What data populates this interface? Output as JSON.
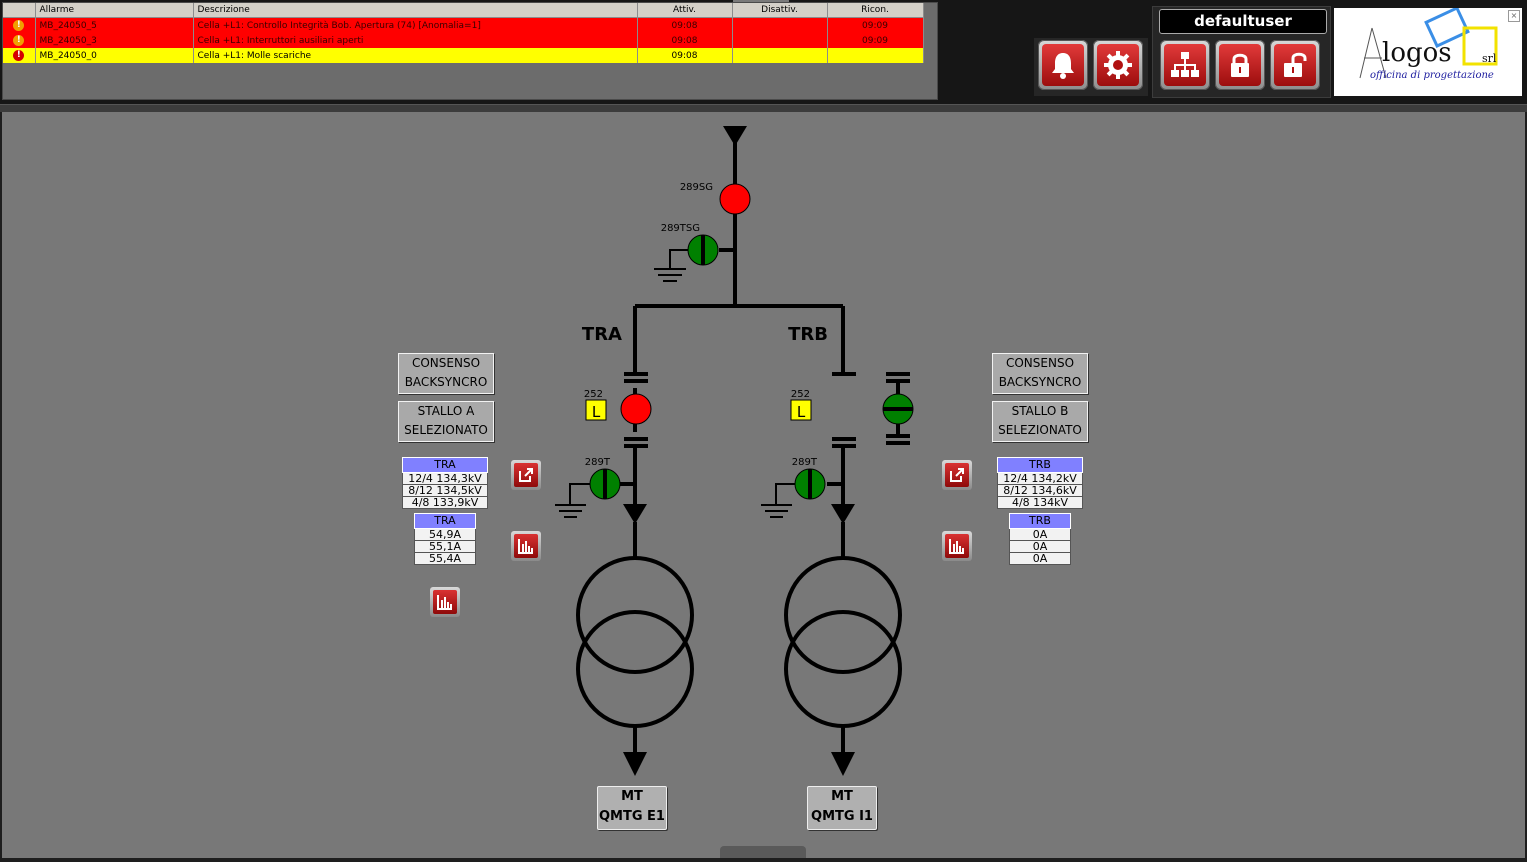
{
  "alarms": {
    "columns": {
      "alarm": "Allarme",
      "description": "Descrizione",
      "activated": "Attiv.",
      "deactivated": "Disattiv.",
      "acknowledged": "Ricon."
    },
    "rows": [
      {
        "id": "MB_24050_5",
        "description": "Cella +L1: Controllo Integrità Bob. Apertura (74) [Anomalia=1]",
        "activated": "09:08",
        "deactivated": "",
        "acknowledged": "09:09",
        "severity": "warning",
        "color": "#ff0000"
      },
      {
        "id": "MB_24050_3",
        "description": "Cella +L1: Interruttori ausiliari aperti",
        "activated": "09:08",
        "deactivated": "",
        "acknowledged": "09:09",
        "severity": "warning",
        "color": "#ff0000"
      },
      {
        "id": "MB_24050_0",
        "description": "Cella +L1: Molle scariche",
        "activated": "09:08",
        "deactivated": "",
        "acknowledged": "",
        "severity": "error",
        "color": "#ffff00"
      }
    ]
  },
  "toolbar": {
    "username": "defaultuser",
    "buttons": [
      {
        "name": "alarm-bell-button",
        "icon": "bell-icon"
      },
      {
        "name": "settings-button",
        "icon": "gear-icon"
      },
      {
        "name": "network-tree-button",
        "icon": "sitemap-icon"
      },
      {
        "name": "lock-button",
        "icon": "lock-icon"
      },
      {
        "name": "unlock-button",
        "icon": "unlock-icon"
      }
    ]
  },
  "logo": {
    "brand": "logos",
    "suffix": "srl",
    "tagline": "officina di progettazione"
  },
  "diagram": {
    "line_labels": {
      "left": "TRA",
      "right": "TRB"
    },
    "switch_labels": {
      "main_breaker": "289SG",
      "main_earth": "289TSG",
      "left_breaker": "252",
      "right_breaker": "252",
      "left_earth": "289T",
      "right_earth": "289T"
    },
    "local_indicator": "L",
    "states": {
      "main_breaker": "closed",
      "main_earth": "open",
      "left_breaker": "closed",
      "right_breaker": "open",
      "left_earth": "open",
      "right_earth": "open"
    },
    "colors": {
      "closed": "#ff0000",
      "open": "#008000",
      "panel": "#787878"
    },
    "left_panel": {
      "consent": [
        "CONSENSO",
        "BACKSYNCRO"
      ],
      "stall": [
        "STALLO A",
        "SELEZIONATO"
      ],
      "voltage": {
        "title": "TRA",
        "values": [
          "12/4 134,3kV",
          "8/12 134,5kV",
          "4/8 133,9kV"
        ]
      },
      "current": {
        "title": "TRA",
        "values": [
          "54,9A",
          "55,1A",
          "55,4A"
        ]
      }
    },
    "right_panel": {
      "consent": [
        "CONSENSO",
        "BACKSYNCRO"
      ],
      "stall": [
        "STALLO B",
        "SELEZIONATO"
      ],
      "voltage": {
        "title": "TRB",
        "values": [
          "12/4 134,2kV",
          "8/12 134,6kV",
          "4/8 134kV"
        ]
      },
      "current": {
        "title": "TRB",
        "values": [
          "0A",
          "0A",
          "0A"
        ]
      }
    },
    "outputs": {
      "left": [
        "MT",
        "QMTG E1"
      ],
      "right": [
        "MT",
        "QMTG I1"
      ]
    }
  }
}
